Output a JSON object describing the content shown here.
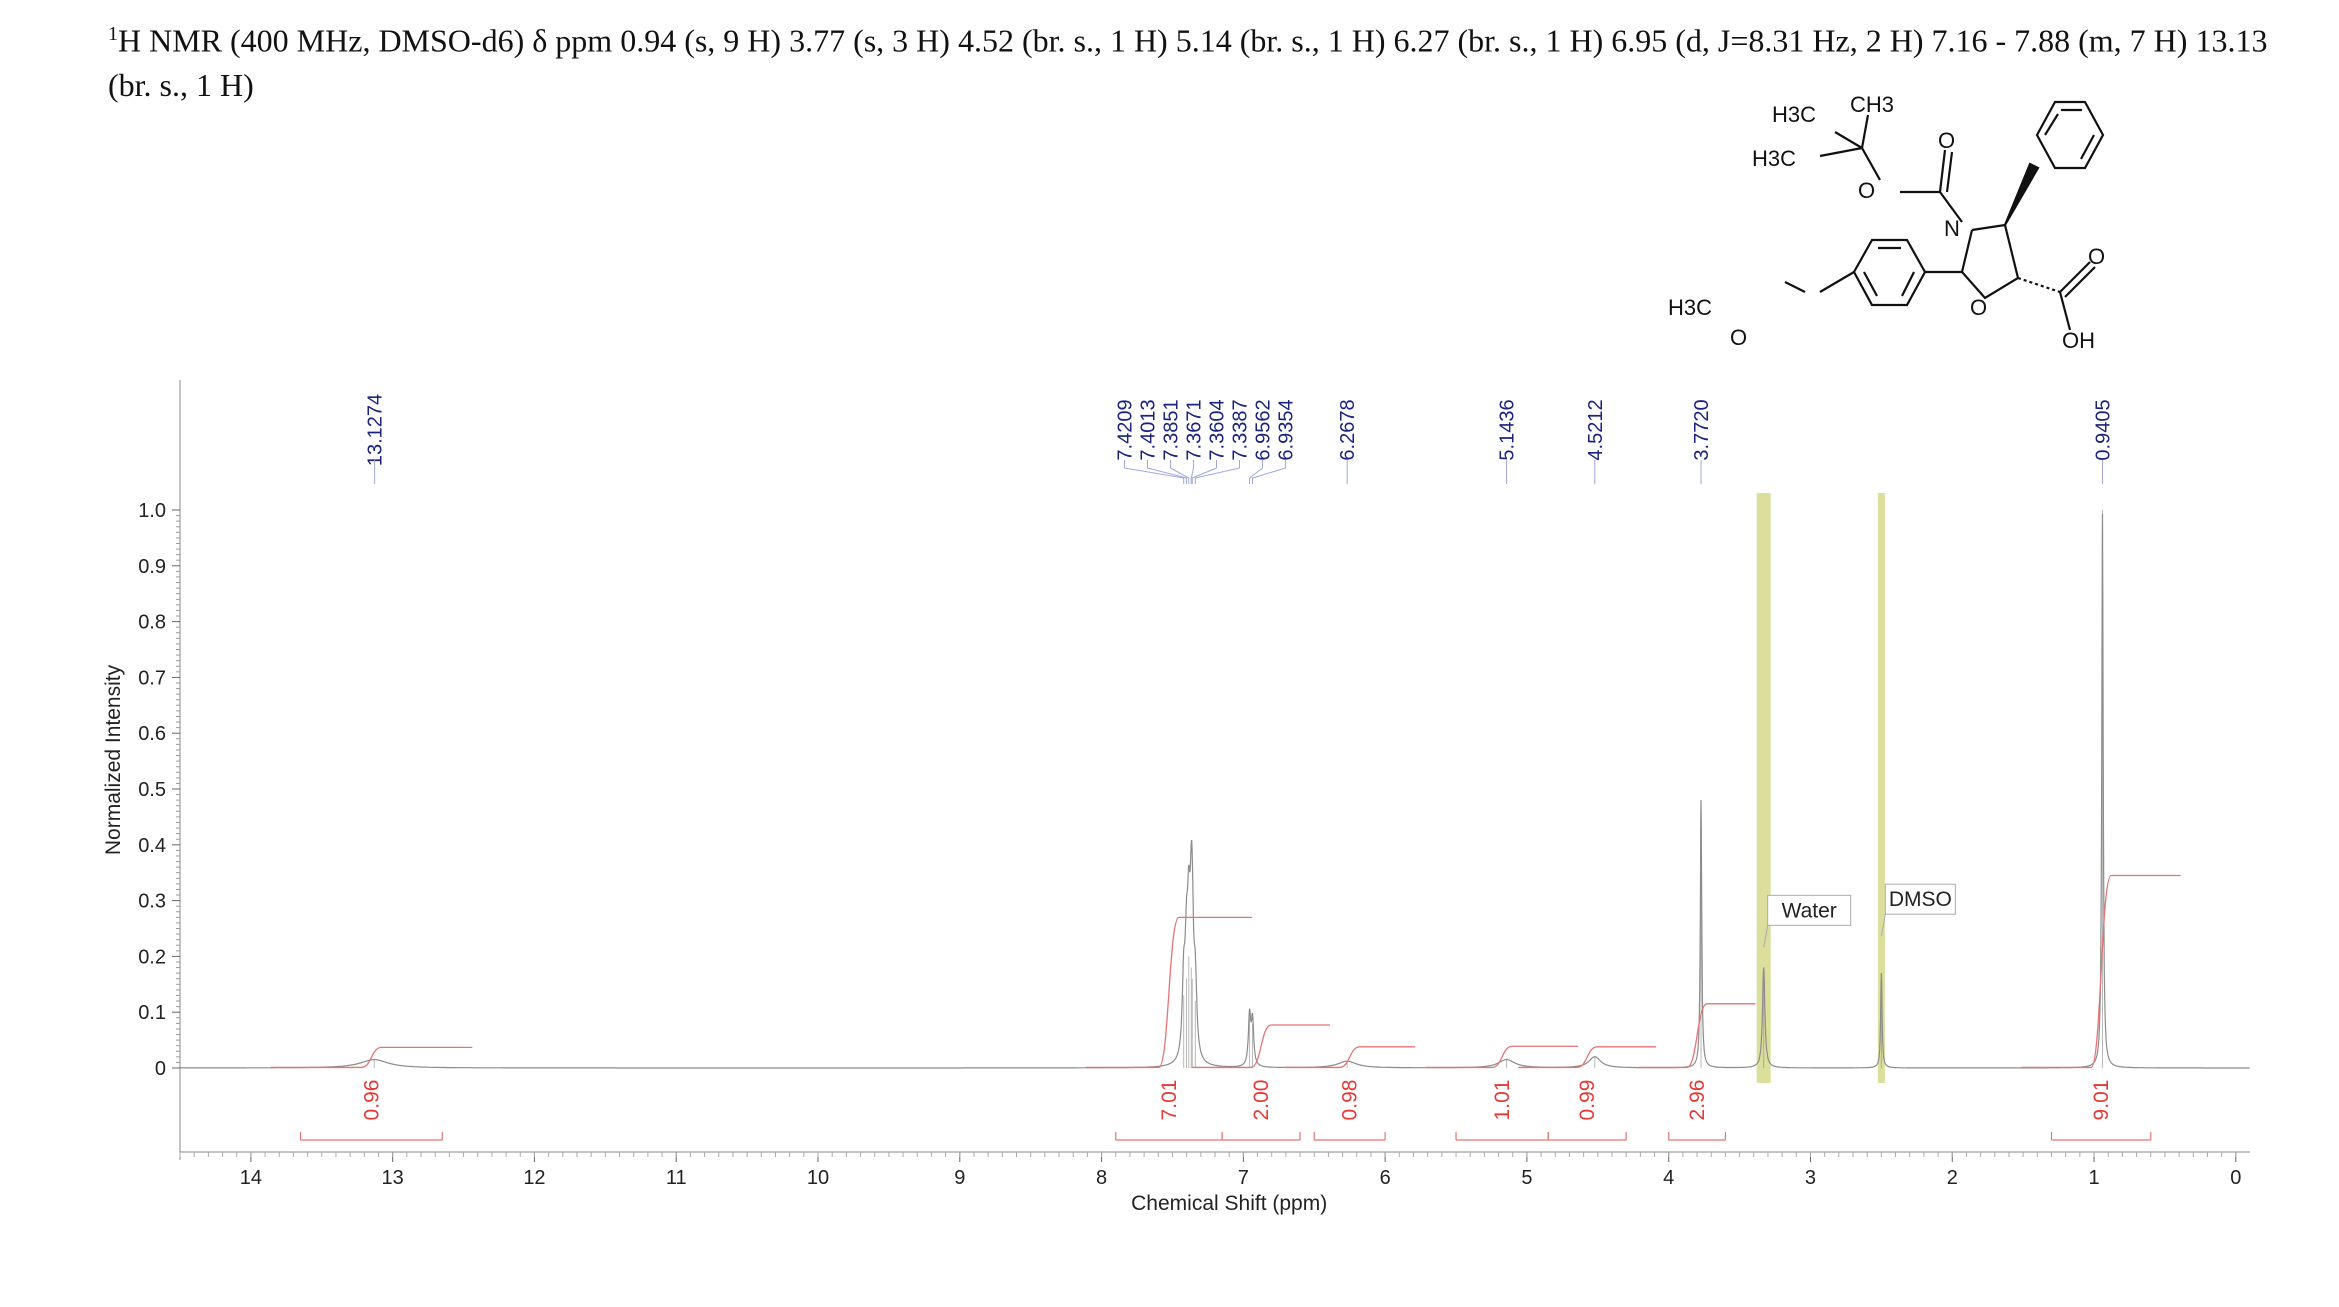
{
  "description": {
    "nucleus_prefix": "1",
    "line": "H NMR (400 MHz, DMSO-d6) δ ppm 0.94 (s, 9 H) 3.77 (s, 3 H) 4.52 (br. s., 1 H) 5.14 (br. s., 1 H) 6.27 (br. s., 1 H) 6.95 (d, J=8.31 Hz, 2 H) 7.16 - 7.88 (m, 7 H) 13.13 (br. s., 1 H)"
  },
  "structure_labels": {
    "methyl_a": "H3C",
    "methyl_b": "CH3",
    "methyl_c": "H3C",
    "methoxy_methyl": "H3C",
    "o_carbonyl_boc": "O",
    "o_ester": "O",
    "n_atom": "N",
    "o_ring": "O",
    "o_acid_carbonyl": "O",
    "oh": "OH",
    "o_methoxy": "O"
  },
  "chart_data": {
    "type": "line",
    "xlabel": "Chemical Shift (ppm)",
    "ylabel": "Normalized Intensity",
    "xlim": [
      14.5,
      -0.1
    ],
    "ylim": [
      0,
      1.0
    ],
    "x_reversed": true,
    "x_ticks": [
      14,
      13,
      12,
      11,
      10,
      9,
      8,
      7,
      6,
      5,
      4,
      3,
      2,
      1,
      0
    ],
    "y_ticks": [
      0,
      0.1,
      0.2,
      0.3,
      0.4,
      0.5,
      0.6,
      0.7,
      0.8,
      0.9,
      1.0
    ],
    "y_tick_labels": [
      "0",
      "0.1",
      "0.2",
      "0.3",
      "0.4",
      "0.5",
      "0.6",
      "0.7",
      "0.8",
      "0.9",
      "1.0"
    ],
    "peaks": [
      {
        "shift": 13.13,
        "intensity": 0.015,
        "width": 0.12
      },
      {
        "shift": 7.4209,
        "intensity": 0.13,
        "width": 0.012
      },
      {
        "shift": 7.4013,
        "intensity": 0.16,
        "width": 0.012
      },
      {
        "shift": 7.3851,
        "intensity": 0.2,
        "width": 0.012
      },
      {
        "shift": 7.3671,
        "intensity": 0.18,
        "width": 0.012
      },
      {
        "shift": 7.3604,
        "intensity": 0.16,
        "width": 0.012
      },
      {
        "shift": 7.3387,
        "intensity": 0.12,
        "width": 0.012
      },
      {
        "shift": 6.9562,
        "intensity": 0.09,
        "width": 0.01
      },
      {
        "shift": 6.9354,
        "intensity": 0.08,
        "width": 0.01
      },
      {
        "shift": 6.2678,
        "intensity": 0.012,
        "width": 0.08
      },
      {
        "shift": 5.1436,
        "intensity": 0.015,
        "width": 0.07
      },
      {
        "shift": 4.5212,
        "intensity": 0.02,
        "width": 0.05
      },
      {
        "shift": 3.772,
        "intensity": 0.48,
        "width": 0.006
      },
      {
        "shift": 3.33,
        "intensity": 0.18,
        "width": 0.01
      },
      {
        "shift": 2.5,
        "intensity": 0.17,
        "width": 0.006
      },
      {
        "shift": 0.9405,
        "intensity": 1.0,
        "width": 0.006
      }
    ],
    "peak_labels": [
      "13.1274",
      "7.4209",
      "7.4013",
      "7.3851",
      "7.3671",
      "7.3604",
      "7.3387",
      "6.9562",
      "6.9354",
      "6.2678",
      "5.1436",
      "4.5212",
      "3.7720",
      "0.9405"
    ],
    "peak_label_shifts": [
      13.1274,
      7.4209,
      7.4013,
      7.3851,
      7.3671,
      7.3604,
      7.3387,
      6.9562,
      6.9354,
      6.2678,
      5.1436,
      4.5212,
      3.772,
      0.9405
    ],
    "integrals": [
      {
        "from": 13.65,
        "to": 12.65,
        "value": "0.96",
        "plateau": 0.037
      },
      {
        "from": 7.9,
        "to": 7.15,
        "value": "7.01",
        "plateau": 0.27
      },
      {
        "from": 7.15,
        "to": 6.6,
        "value": "2.00",
        "plateau": 0.077
      },
      {
        "from": 6.5,
        "to": 6.0,
        "value": "0.98",
        "plateau": 0.038
      },
      {
        "from": 5.5,
        "to": 4.85,
        "value": "1.01",
        "plateau": 0.039
      },
      {
        "from": 4.85,
        "to": 4.3,
        "value": "0.99",
        "plateau": 0.038
      },
      {
        "from": 4.0,
        "to": 3.6,
        "value": "2.96",
        "plateau": 0.115
      },
      {
        "from": 1.3,
        "to": 0.6,
        "value": "9.01",
        "plateau": 0.345
      }
    ],
    "solvent_regions": [
      {
        "label": "Water",
        "shift": 3.33,
        "annotation_intensity": 0.27,
        "color": "#d6d98a"
      },
      {
        "label": "DMSO",
        "shift": 2.5,
        "annotation_intensity": 0.29,
        "color": "#d6d98a"
      }
    ],
    "colors": {
      "spectrum": "#8c8c8c",
      "integral": "#e57373",
      "peak_label": "#1a237e",
      "integral_label": "#e53935",
      "solvent_band": "#d6d98a"
    }
  }
}
